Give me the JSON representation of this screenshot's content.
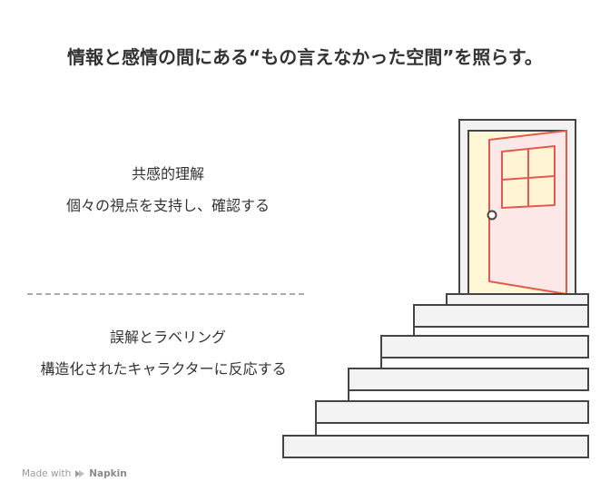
{
  "title": "情報と感情の間にある“もの言えなかった空間”を照らす。",
  "blocks": [
    {
      "heading": "共感的理解",
      "text": "個々の視点を支持し、確認する"
    },
    {
      "heading": "誤解とラベリング",
      "text": "構造化されたキャラクターに反応する"
    }
  ],
  "footer": {
    "made_with": "Made with",
    "brand": "Napkin"
  },
  "colors": {
    "door_fill": "#fde8e8",
    "door_stroke": "#e05a4f",
    "doorway_light": "#fff7d6",
    "frame_fill": "#f2f2f2",
    "outline": "#444444",
    "step_fill": "#f3f3f3"
  }
}
